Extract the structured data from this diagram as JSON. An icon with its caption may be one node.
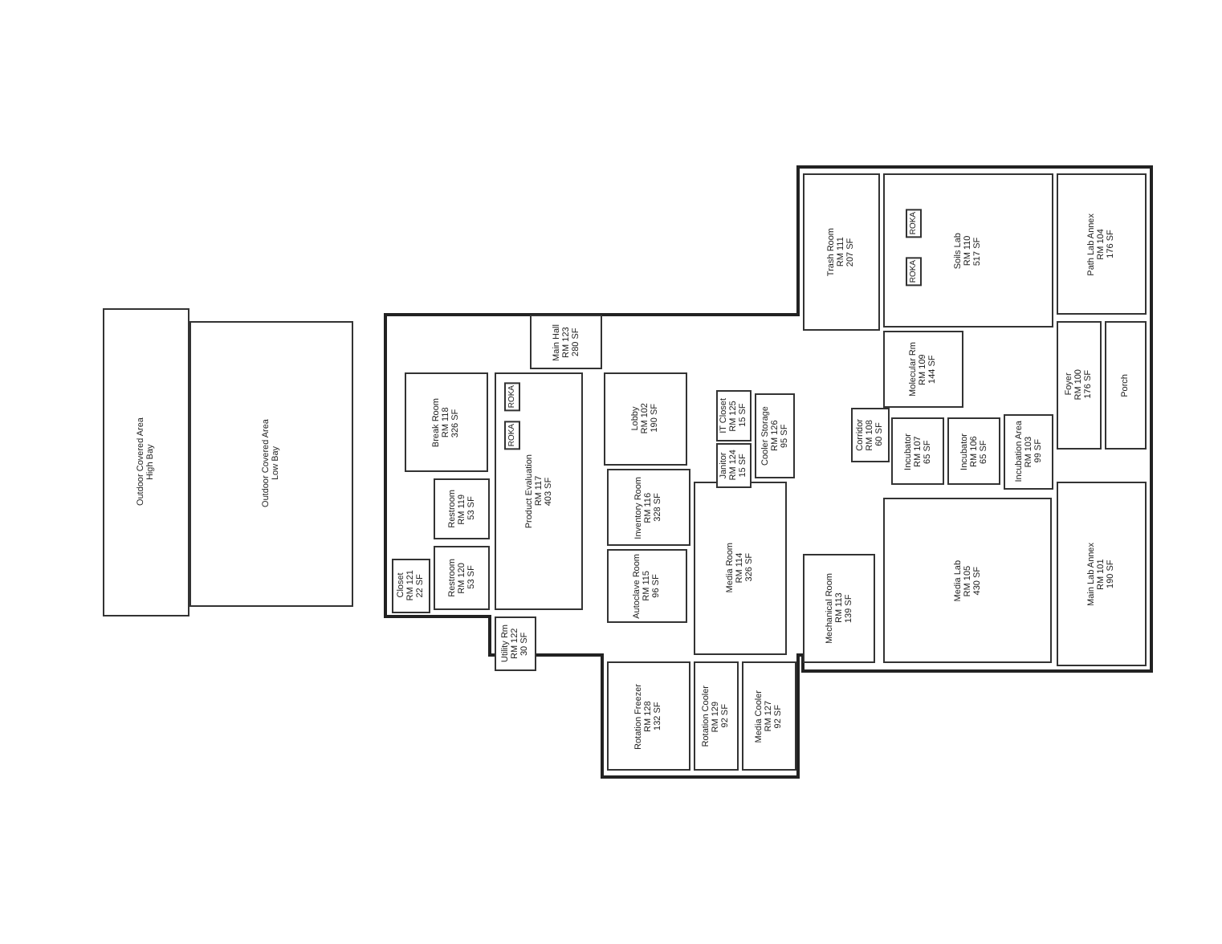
{
  "diagram": {
    "nodes": [
      {
        "text": [
          "Outdoor Covered Area",
          "High Bay"
        ]
      },
      {
        "text": [
          "Outdoor Covered Area",
          "Low Bay"
        ]
      },
      {
        "text": [
          "Break Room",
          "RM 118",
          "326 SF"
        ]
      },
      {
        "text": [
          "Restroom",
          "RM 119",
          "53 SF"
        ]
      },
      {
        "text": [
          "Restroom",
          "RM 120",
          "53 SF"
        ]
      },
      {
        "text": [
          "Closet",
          "RM 121",
          "22 SF"
        ]
      },
      {
        "text": [
          "Product Evaluation",
          "RM 117",
          "403 SF"
        ]
      },
      {
        "text": [
          "Utility Rm",
          "RM 122",
          "30 SF"
        ]
      },
      {
        "text": [
          "Main Hall",
          "RM 123",
          "280 SF"
        ]
      },
      {
        "text": [
          "Lobby",
          "RM 102",
          "190 SF"
        ]
      },
      {
        "text": [
          "Inventory Room",
          "RM 116",
          "328 SF"
        ]
      },
      {
        "text": [
          "Autoclave Room",
          "RM 115",
          "96 SF"
        ]
      },
      {
        "text": [
          "Media Room",
          "RM 114",
          "326 SF"
        ]
      },
      {
        "text": [
          "IT Closet",
          "RM 125",
          "15 SF"
        ]
      },
      {
        "text": [
          "Janitor",
          "RM 124",
          "15 SF"
        ]
      },
      {
        "text": [
          "Cooler Storage",
          "RM 126",
          "95 SF"
        ]
      },
      {
        "text": [
          "Trash Room",
          "RM 111",
          "207 SF"
        ]
      },
      {
        "text": [
          "Soils Lab",
          "RM 110",
          "517 SF"
        ]
      },
      {
        "text": [
          "Path Lab Annex",
          "RM 104",
          "176 SF"
        ]
      },
      {
        "text": [
          "Molecular Rm",
          "RM 109",
          "144 SF"
        ]
      },
      {
        "text": [
          "Corridor",
          "RM 108",
          "60 SF"
        ]
      },
      {
        "text": [
          "Incubator",
          "RM 107",
          "65 SF"
        ]
      },
      {
        "text": [
          "Incubator",
          "RM 106",
          "65 SF"
        ]
      },
      {
        "text": [
          "Incubation Area",
          "RM 103",
          "99 SF"
        ]
      },
      {
        "text": [
          "Foyer",
          "RM 100",
          "176 SF"
        ]
      },
      {
        "text": [
          "Porch"
        ]
      },
      {
        "text": [
          "Mechanical Room",
          "RM 113",
          "139 SF"
        ]
      },
      {
        "text": [
          "Media Lab",
          "RM 105",
          "430 SF"
        ]
      },
      {
        "text": [
          "Main Lab Annex",
          "RM 101",
          "190 SF"
        ]
      },
      {
        "text": [
          "Rotation Freezer",
          "RM 128",
          "132 SF"
        ]
      },
      {
        "text": [
          "Rotation Cooler",
          "RM 129",
          "92 SF"
        ]
      },
      {
        "text": [
          "Media Cooler",
          "RM 127",
          "92 SF"
        ]
      }
    ],
    "labels": [
      "ROKA",
      "ROKA",
      "ROKA",
      "ROKA"
    ]
  }
}
